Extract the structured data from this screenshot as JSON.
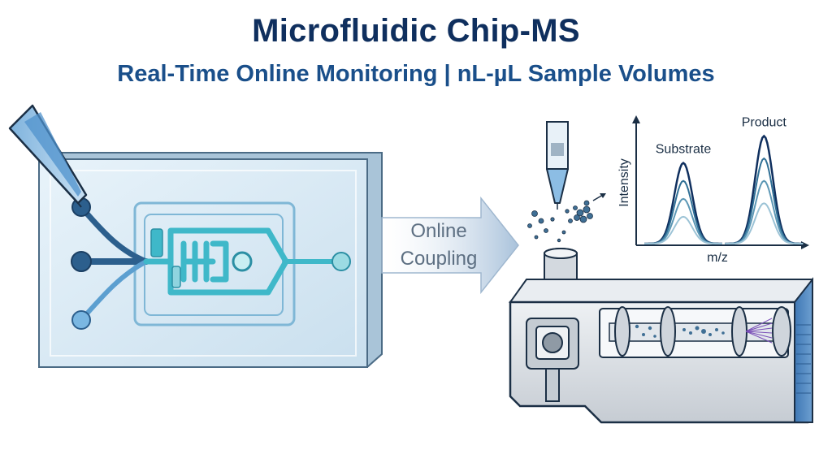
{
  "header": {
    "title": "Microfluidic Chip-MS",
    "subtitle": "Real-Time Online Monitoring | nL-µL Sample Volumes"
  },
  "arrow": {
    "line1": "Online",
    "line2": "Coupling"
  },
  "spectrum": {
    "y_axis_label": "Intensity",
    "x_axis_label": "m/z",
    "peaks": [
      {
        "label": "Substrate",
        "position": 0.28,
        "heights": [
          0.72,
          0.56,
          0.4,
          0.24
        ]
      },
      {
        "label": "Product",
        "position": 0.76,
        "heights": [
          0.96,
          0.76,
          0.56,
          0.36
        ]
      }
    ],
    "colors": [
      "#0f2f5e",
      "#2f6f95",
      "#5c97b5",
      "#9cc3d6"
    ]
  },
  "colors": {
    "title": "#0f2f5e",
    "subtitle": "#1a4f8a",
    "chip_channel": "#3fb8c9",
    "chip_port": "#2c5f8d",
    "arrow_fill": "#b8cde0"
  }
}
